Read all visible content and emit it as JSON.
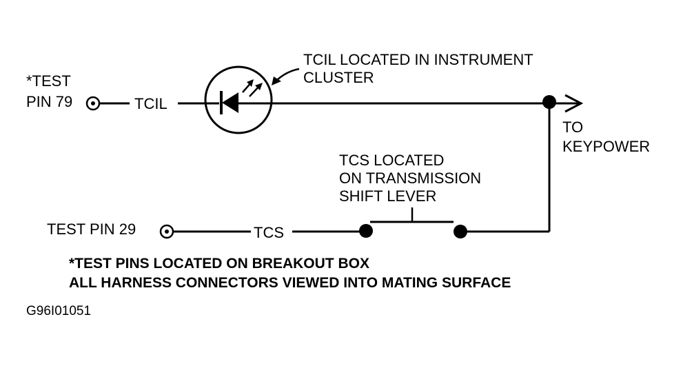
{
  "diagram": {
    "test_pin_79": {
      "line1": "*TEST",
      "line2": "PIN 79"
    },
    "tcil_wire_label": "TCIL",
    "tcil_note": {
      "line1": "TCIL LOCATED IN INSTRUMENT",
      "line2": "CLUSTER"
    },
    "keypower": {
      "line1": "TO",
      "line2": "KEYPOWER"
    },
    "tcs_note": {
      "line1": "TCS LOCATED",
      "line2": "ON TRANSMISSION",
      "line3": "SHIFT LEVER"
    },
    "test_pin_29": "TEST PIN 29",
    "tcs_wire_label": "TCS",
    "footnote": {
      "line1": "*TEST PINS LOCATED ON BREAKOUT BOX",
      "line2": "ALL HARNESS CONNECTORS VIEWED INTO MATING SURFACE"
    },
    "figure_id": "G96I01051"
  }
}
